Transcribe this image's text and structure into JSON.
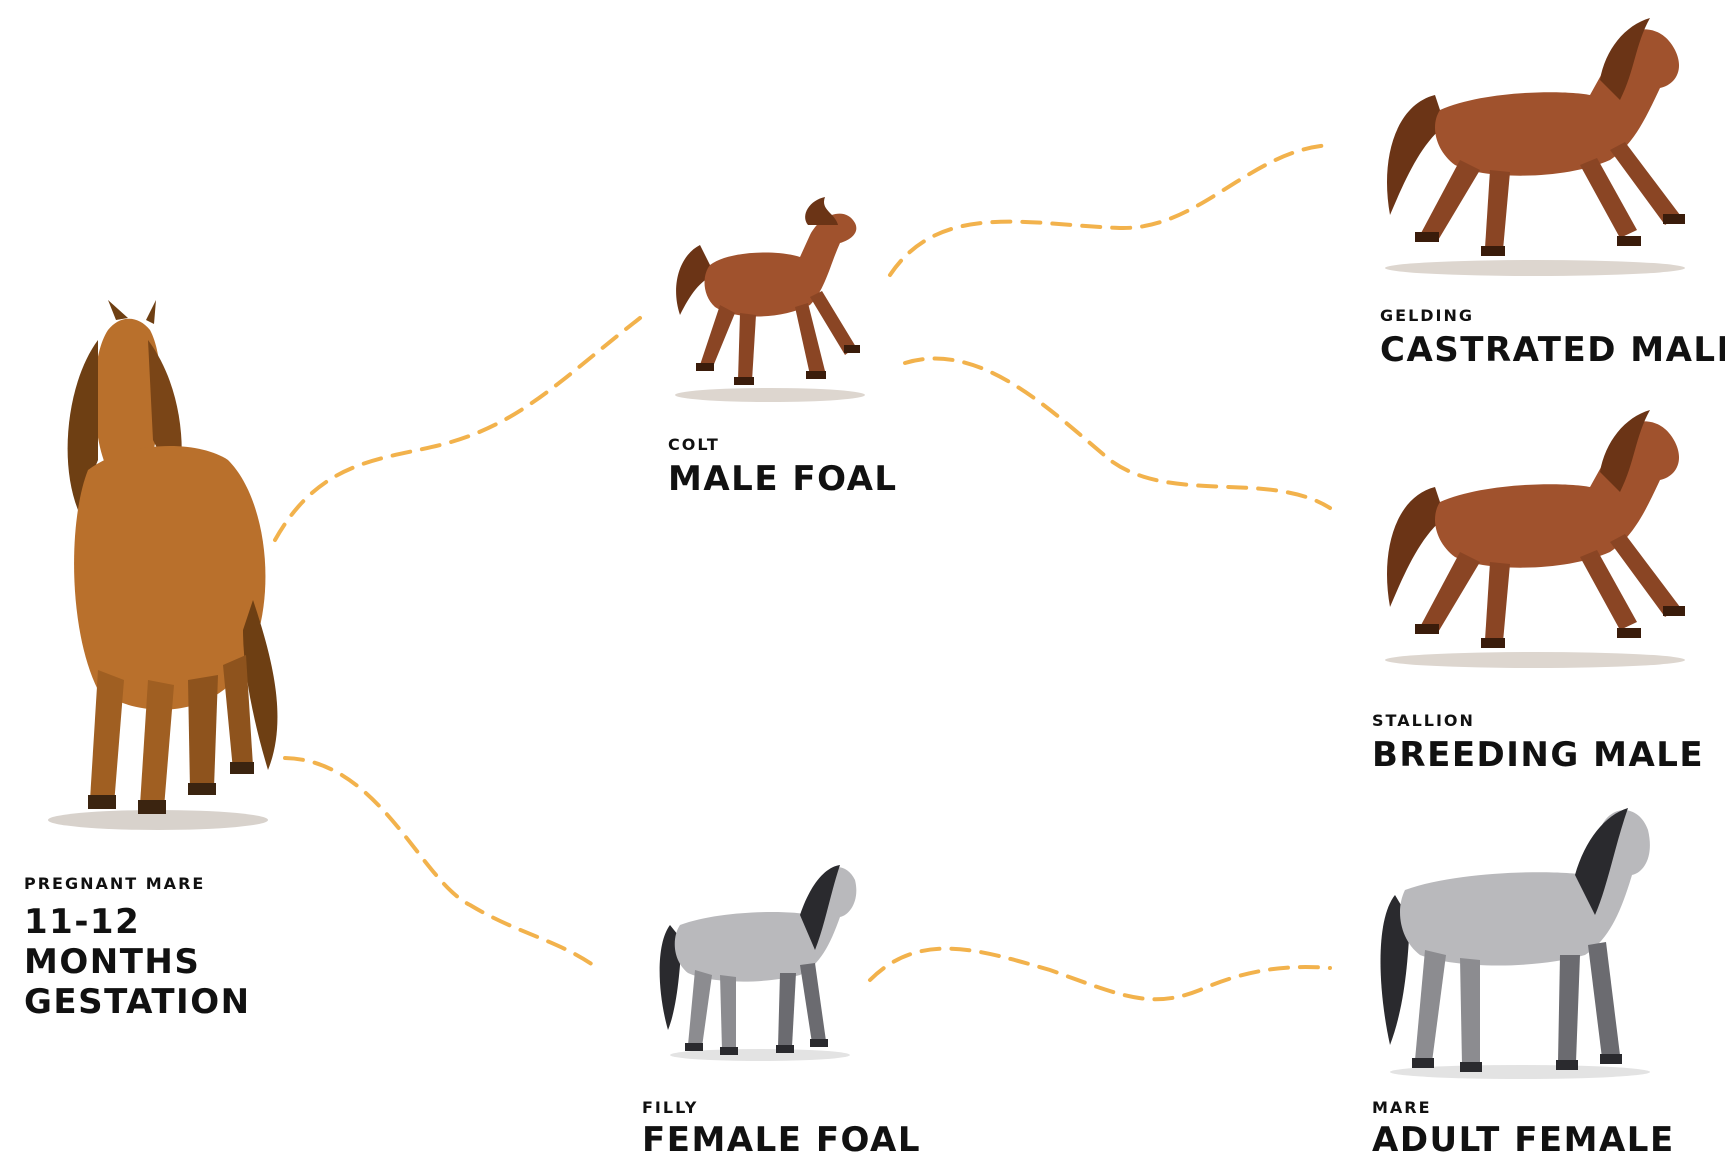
{
  "colors": {
    "connector": "#F2B24C",
    "chestnut": "#A0522D",
    "chestnut_dark": "#6B3416",
    "bay": "#B9702C",
    "bay_dark": "#6E3F13",
    "gray": "#B9B9BC",
    "gray_dark": "#2A2A2E",
    "text": "#111111"
  },
  "nodes": {
    "pregnant_mare": {
      "small": "PREGNANT MARE",
      "line1": "11-12",
      "line2": "MONTHS",
      "line3": "GESTATION",
      "icon": "horse-front-icon"
    },
    "colt": {
      "small": "COLT",
      "big": "MALE FOAL",
      "icon": "foal-chestnut-icon"
    },
    "filly": {
      "small": "FILLY",
      "big": "FEMALE FOAL",
      "icon": "foal-gray-icon"
    },
    "gelding": {
      "small": "GELDING",
      "big": "CASTRATED MALE",
      "icon": "horse-chestnut-icon"
    },
    "stallion": {
      "small": "STALLION",
      "big": "BREEDING MALE",
      "icon": "horse-chestnut-icon"
    },
    "mare": {
      "small": "MARE",
      "big": "ADULT FEMALE",
      "icon": "horse-gray-icon"
    }
  },
  "edges": [
    {
      "from": "pregnant_mare",
      "to": "colt"
    },
    {
      "from": "pregnant_mare",
      "to": "filly"
    },
    {
      "from": "colt",
      "to": "gelding"
    },
    {
      "from": "colt",
      "to": "stallion"
    },
    {
      "from": "filly",
      "to": "mare"
    }
  ]
}
